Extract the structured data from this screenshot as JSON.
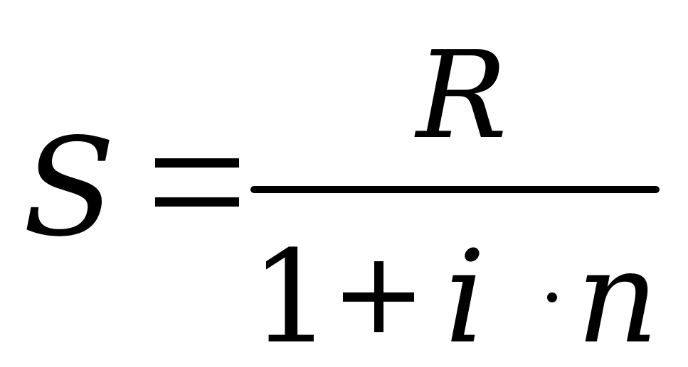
{
  "formula": {
    "lhs": "S",
    "numerator": "R",
    "denominator": {
      "constant": "1",
      "rate": "i",
      "periods": "n"
    }
  }
}
